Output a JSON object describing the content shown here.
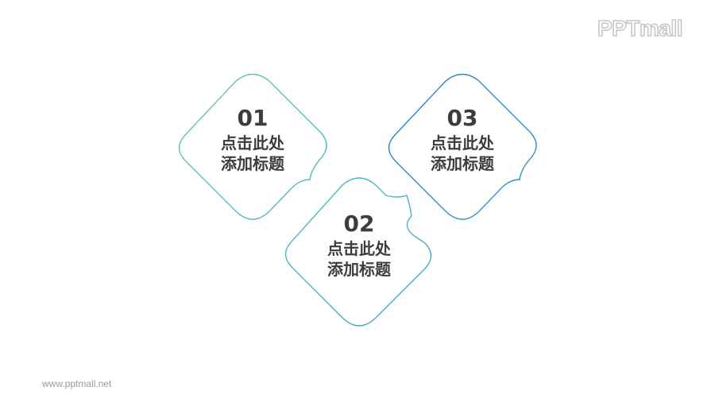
{
  "brand": {
    "logo_text": "PPTmall",
    "url": "www.pptmall.net"
  },
  "items": [
    {
      "number": "01",
      "line1": "点击此处",
      "line2": "添加标题",
      "stroke": "#5ec0b8"
    },
    {
      "number": "02",
      "line1": "点击此处",
      "line2": "添加标题",
      "stroke": "#4fb3c4"
    },
    {
      "number": "03",
      "line1": "点击此处",
      "line2": "添加标题",
      "stroke": "#2f84b8"
    }
  ]
}
